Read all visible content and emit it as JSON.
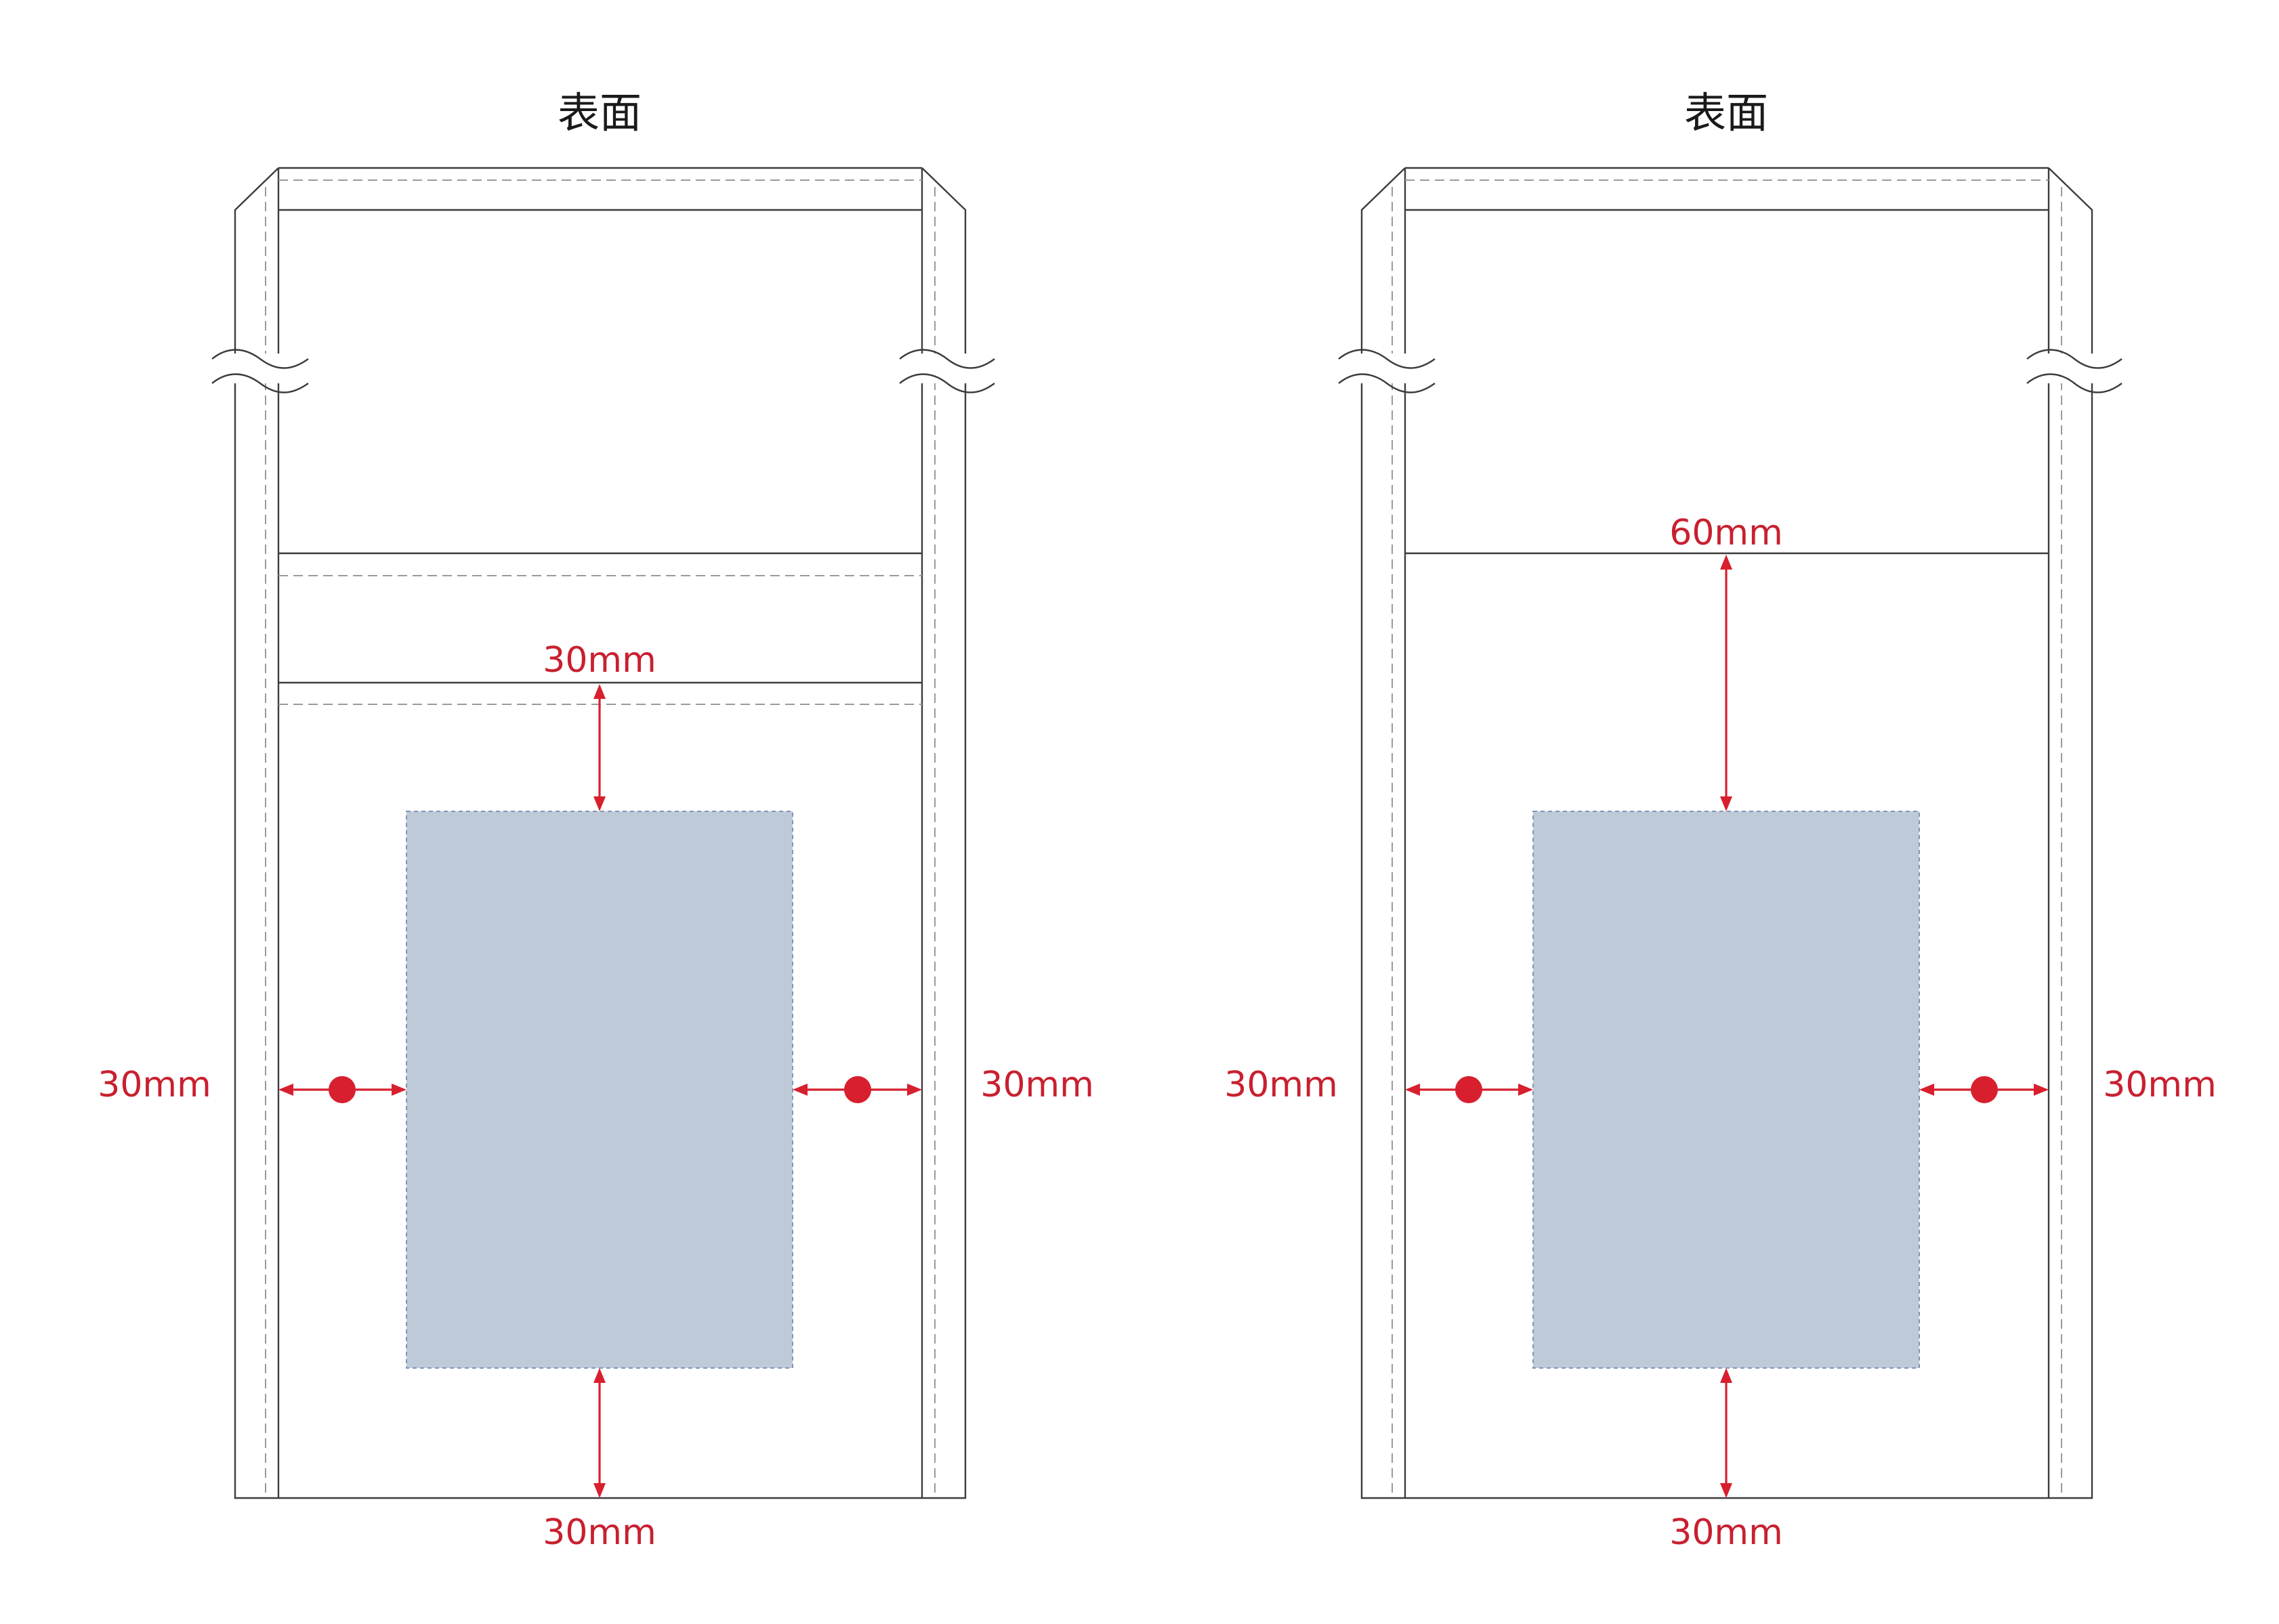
{
  "colors": {
    "outline": "#3c3c3c",
    "print_area": "#bfcad9",
    "dimension": "#d81f2e",
    "background": "#ffffff"
  },
  "panels": [
    {
      "title": "表面",
      "variant": "double-band",
      "top_label": "30mm",
      "left_label": "30mm",
      "right_label": "30mm",
      "bottom_label": "30mm"
    },
    {
      "title": "表面",
      "variant": "single-line",
      "top_label": "60mm",
      "left_label": "30mm",
      "right_label": "30mm",
      "bottom_label": "30mm"
    }
  ]
}
